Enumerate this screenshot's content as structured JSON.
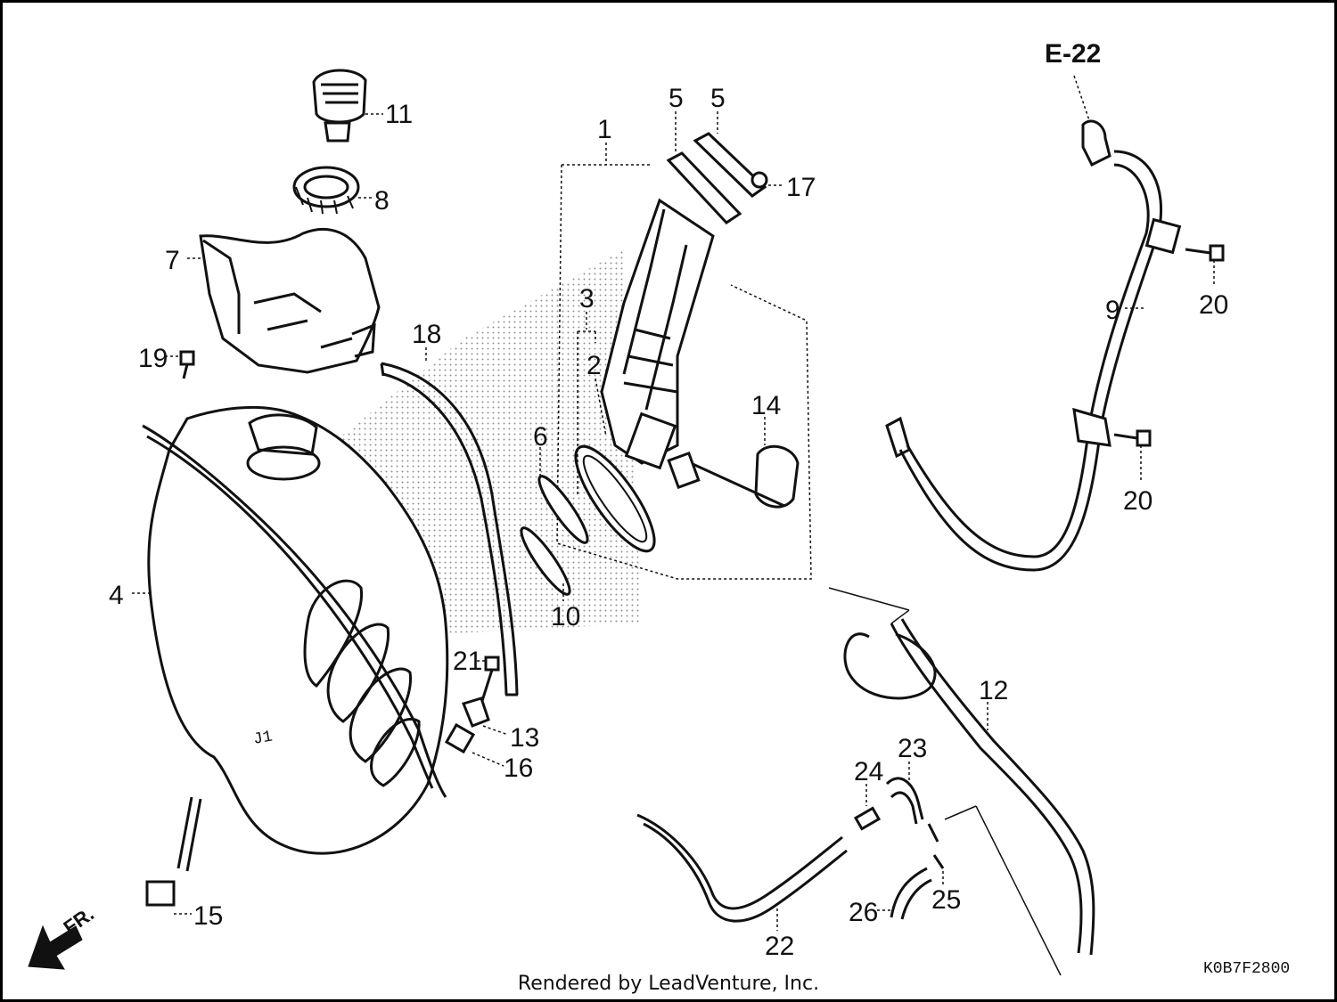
{
  "diagram": {
    "reference_label": "E-22",
    "diagram_code": "K0B7F2800",
    "direction_label": "FR.",
    "tank_marking": "J1",
    "callouts": [
      {
        "id": "c1",
        "text": "1"
      },
      {
        "id": "c2",
        "text": "2"
      },
      {
        "id": "c3",
        "text": "3"
      },
      {
        "id": "c4",
        "text": "4"
      },
      {
        "id": "c5a",
        "text": "5"
      },
      {
        "id": "c5b",
        "text": "5"
      },
      {
        "id": "c6",
        "text": "6"
      },
      {
        "id": "c7",
        "text": "7"
      },
      {
        "id": "c8",
        "text": "8"
      },
      {
        "id": "c9",
        "text": "9"
      },
      {
        "id": "c10",
        "text": "10"
      },
      {
        "id": "c11",
        "text": "11"
      },
      {
        "id": "c12",
        "text": "12"
      },
      {
        "id": "c13",
        "text": "13"
      },
      {
        "id": "c14",
        "text": "14"
      },
      {
        "id": "c15",
        "text": "15"
      },
      {
        "id": "c16",
        "text": "16"
      },
      {
        "id": "c17",
        "text": "17"
      },
      {
        "id": "c18",
        "text": "18"
      },
      {
        "id": "c19",
        "text": "19"
      },
      {
        "id": "c20a",
        "text": "20"
      },
      {
        "id": "c20b",
        "text": "20"
      },
      {
        "id": "c21",
        "text": "21"
      },
      {
        "id": "c22",
        "text": "22"
      },
      {
        "id": "c23",
        "text": "23"
      },
      {
        "id": "c24",
        "text": "24"
      },
      {
        "id": "c25",
        "text": "25"
      },
      {
        "id": "c26",
        "text": "26"
      }
    ]
  },
  "footer": {
    "credit": "Rendered by LeadVenture, Inc."
  }
}
